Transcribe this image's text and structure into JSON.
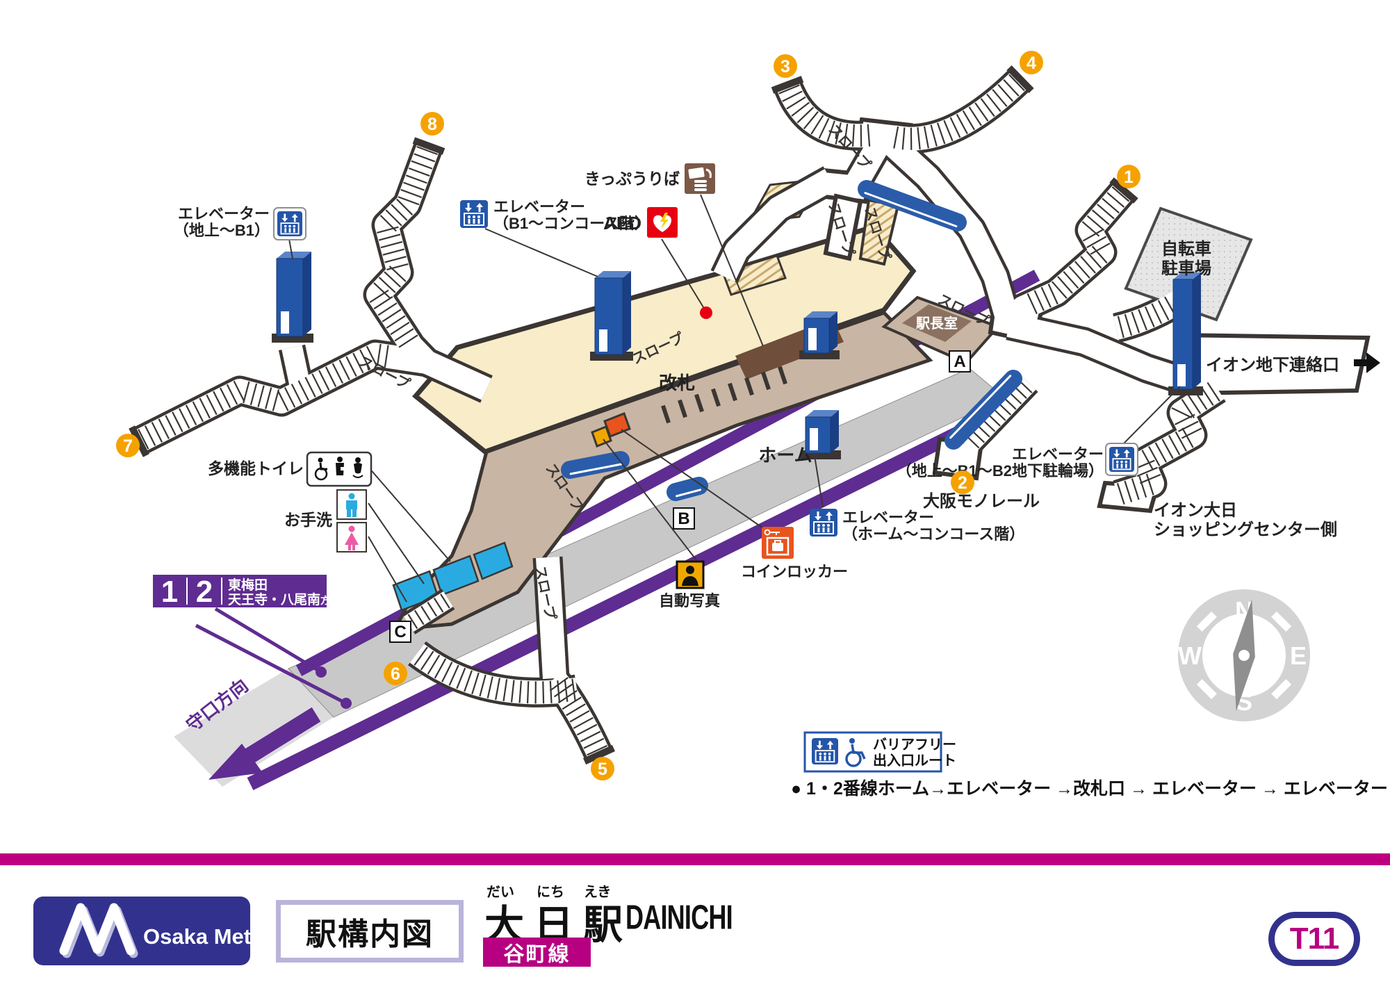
{
  "brand": {
    "logo_text": "Osaka Metro"
  },
  "titlebar": {
    "map_type_label": "駅構内図",
    "station": {
      "furigana": [
        "だい",
        "にち",
        "えき"
      ],
      "name": "大日駅",
      "romaji": "DAINICHI"
    },
    "line_badge": "谷町線",
    "station_code": "T11"
  },
  "colors": {
    "separator_magenta": "#BE0080",
    "line_purple": "#5F2C91",
    "exit_orange": "#F5A200",
    "elevator_blue": "#2456A8",
    "escalator_blue": "#2A5CAA",
    "concourse_cream": "#F8ECC9",
    "platform_gray": "#C8C8C8",
    "toilet_cyan": "#29ABE2",
    "aed_red": "#E60012",
    "locker_orange": "#E8541E",
    "photo_yellow": "#F0A800",
    "badge_indigo": "#32328E",
    "badge_text_magenta": "#B60081"
  },
  "map": {
    "exits": [
      "1",
      "2",
      "3",
      "4",
      "5",
      "6",
      "7",
      "8"
    ],
    "slope_label": "スロープ",
    "labels": {
      "elevator_ground_b1": [
        "エレベーター",
        "（地上〜B1）"
      ],
      "elevator_b1_concourse": [
        "エレベーター",
        "（B1〜コンコース階）"
      ],
      "elevator_platform_concourse": [
        "エレベーター",
        "（ホーム〜コンコース階）"
      ],
      "elevator_parking": [
        "エレベーター",
        "（地上〜B1〜B2地下駐輪場）"
      ],
      "ticket_office": "きっぷうりば",
      "aed": "AED",
      "gate": "改札",
      "station_master": "駅長室",
      "platform": "ホーム",
      "monorail": "大阪モノレール",
      "coin_locker": "コインロッカー",
      "photo_booth": "自動写真",
      "multi_toilet": "多機能トイレ",
      "washroom": "お手洗",
      "bicycle_parking": [
        "自転車",
        "駐車場"
      ],
      "aeon_underground": "イオン地下連絡口",
      "aeon_side": [
        "イオン大日",
        "ショッピングセンター側"
      ],
      "moriguchi_direction": "守口方向"
    },
    "platform_sign": {
      "numbers": [
        "1",
        "2"
      ],
      "dest1": "東梅田",
      "dest2": "天王寺・八尾南",
      "dest2_suffix": "方面"
    },
    "point_labels": [
      "A",
      "B",
      "C"
    ],
    "legend": {
      "line1": "バリアフリー",
      "line2": "出入口ルート"
    },
    "route_note": "● 1・2番線ホーム→エレベーター →改札口 → エレベーター → エレベーター→地上",
    "compass": {
      "n": "N",
      "e": "E",
      "s": "S",
      "w": "W"
    }
  }
}
